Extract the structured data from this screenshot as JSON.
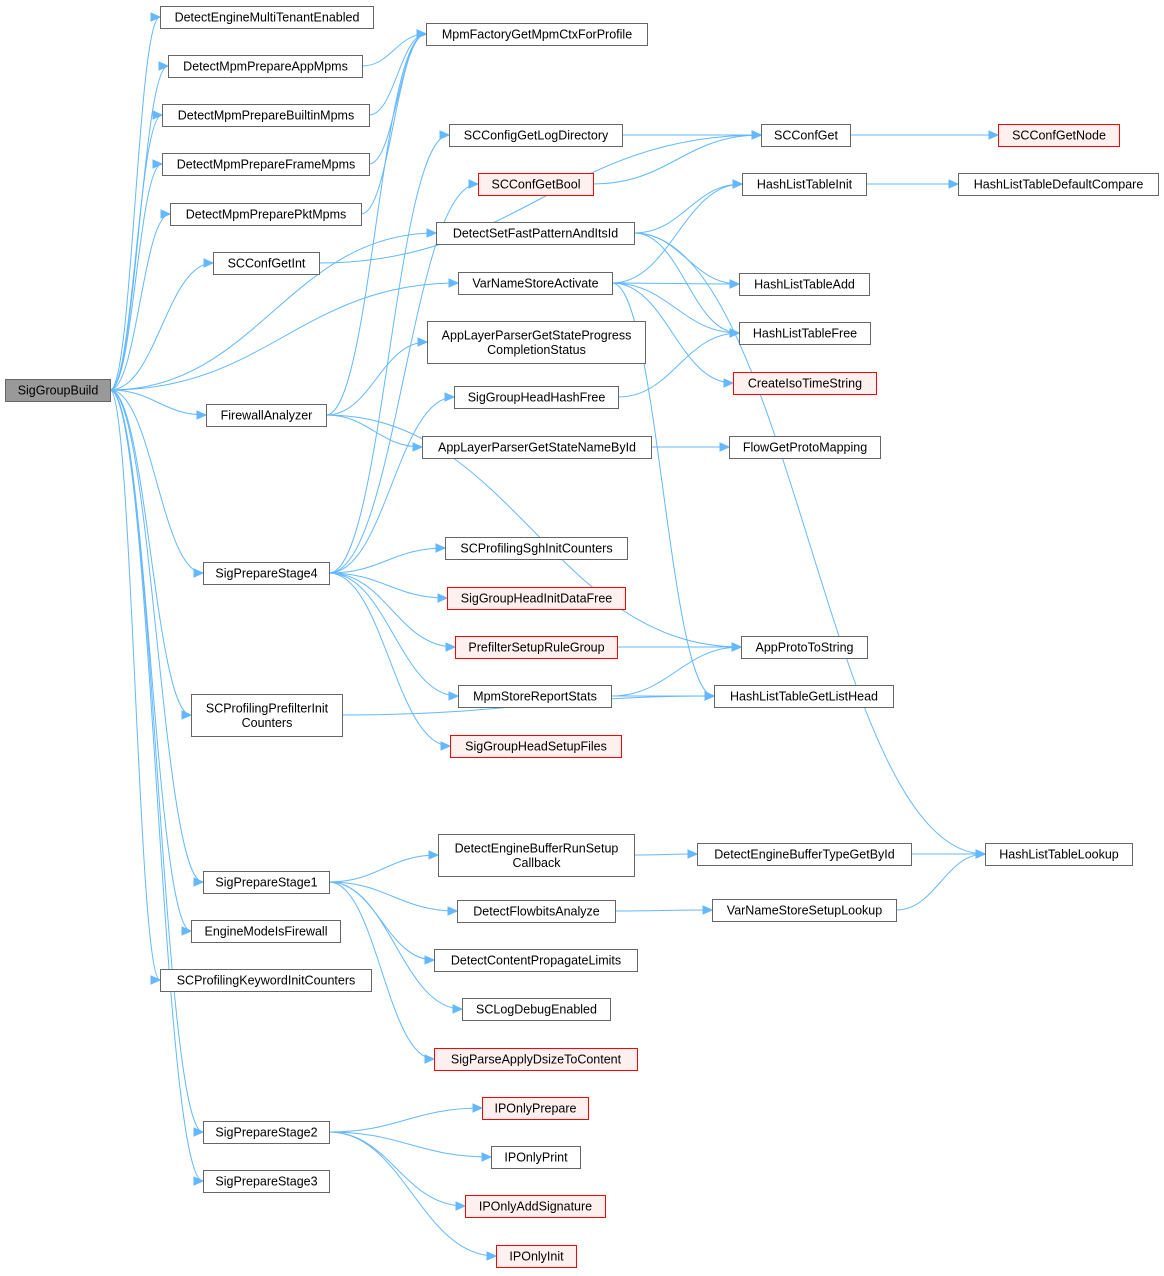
{
  "colors": {
    "edge": "#63b8ff",
    "node_fill": "#ffffff",
    "node_border": "#666666",
    "root_fill": "#999999",
    "root_border": "#666666",
    "truncated_fill": "#fff0f0",
    "truncated_border": "#ff0000"
  },
  "diagram": {
    "nodes": [
      {
        "id": "sgb",
        "lines": [
          "SigGroupBuild"
        ],
        "kind": "root"
      },
      {
        "id": "demte",
        "lines": [
          "DetectEngineMultiTenantEnabled"
        ],
        "kind": "normal"
      },
      {
        "id": "mfg",
        "lines": [
          "MpmFactoryGetMpmCtxForProfile"
        ],
        "kind": "normal"
      },
      {
        "id": "dmpa",
        "lines": [
          "DetectMpmPrepareAppMpms"
        ],
        "kind": "normal"
      },
      {
        "id": "dmpb",
        "lines": [
          "DetectMpmPrepareBuiltinMpms"
        ],
        "kind": "normal"
      },
      {
        "id": "dmpf",
        "lines": [
          "DetectMpmPrepareFrameMpms"
        ],
        "kind": "normal"
      },
      {
        "id": "dmpp",
        "lines": [
          "DetectMpmPreparePktMpms"
        ],
        "kind": "normal"
      },
      {
        "id": "scgi",
        "lines": [
          "SCConfGetInt"
        ],
        "kind": "normal"
      },
      {
        "id": "scgld",
        "lines": [
          "SCConfigGetLogDirectory"
        ],
        "kind": "normal"
      },
      {
        "id": "scg",
        "lines": [
          "SCConfGet"
        ],
        "kind": "normal"
      },
      {
        "id": "scgn",
        "lines": [
          "SCConfGetNode"
        ],
        "kind": "truncated"
      },
      {
        "id": "scgb",
        "lines": [
          "SCConfGetBool"
        ],
        "kind": "truncated"
      },
      {
        "id": "hlti",
        "lines": [
          "HashListTableInit"
        ],
        "kind": "normal"
      },
      {
        "id": "hltdc",
        "lines": [
          "HashListTableDefaultCompare"
        ],
        "kind": "normal"
      },
      {
        "id": "dsfp",
        "lines": [
          "DetectSetFastPatternAndItsId"
        ],
        "kind": "normal"
      },
      {
        "id": "vnsa",
        "lines": [
          "VarNameStoreActivate"
        ],
        "kind": "normal"
      },
      {
        "id": "hlta",
        "lines": [
          "HashListTableAdd"
        ],
        "kind": "normal"
      },
      {
        "id": "hltf",
        "lines": [
          "HashListTableFree"
        ],
        "kind": "normal"
      },
      {
        "id": "alpgsp",
        "lines": [
          "AppLayerParserGetStateProgress",
          "CompletionStatus"
        ],
        "kind": "normal"
      },
      {
        "id": "cits",
        "lines": [
          "CreateIsoTimeString"
        ],
        "kind": "truncated"
      },
      {
        "id": "fwa",
        "lines": [
          "FirewallAnalyzer"
        ],
        "kind": "normal"
      },
      {
        "id": "sghhf",
        "lines": [
          "SigGroupHeadHashFree"
        ],
        "kind": "normal"
      },
      {
        "id": "alpgsn",
        "lines": [
          "AppLayerParserGetStateNameById"
        ],
        "kind": "normal"
      },
      {
        "id": "fgpm",
        "lines": [
          "FlowGetProtoMapping"
        ],
        "kind": "normal"
      },
      {
        "id": "sps4",
        "lines": [
          "SigPrepareStage4"
        ],
        "kind": "normal"
      },
      {
        "id": "scpsic",
        "lines": [
          "SCProfilingSghInitCounters"
        ],
        "kind": "normal"
      },
      {
        "id": "sghidf",
        "lines": [
          "SigGroupHeadInitDataFree"
        ],
        "kind": "truncated"
      },
      {
        "id": "psrg",
        "lines": [
          "PrefilterSetupRuleGroup"
        ],
        "kind": "truncated"
      },
      {
        "id": "apts",
        "lines": [
          "AppProtoToString"
        ],
        "kind": "normal"
      },
      {
        "id": "scppic",
        "lines": [
          "SCProfilingPrefilterInit",
          "Counters"
        ],
        "kind": "normal"
      },
      {
        "id": "msrs",
        "lines": [
          "MpmStoreReportStats"
        ],
        "kind": "normal"
      },
      {
        "id": "hltglh",
        "lines": [
          "HashListTableGetListHead"
        ],
        "kind": "normal"
      },
      {
        "id": "sghsf",
        "lines": [
          "SigGroupHeadSetupFiles"
        ],
        "kind": "truncated"
      },
      {
        "id": "debrs",
        "lines": [
          "DetectEngineBufferRunSetup",
          "Callback"
        ],
        "kind": "normal"
      },
      {
        "id": "debtg",
        "lines": [
          "DetectEngineBufferTypeGetById"
        ],
        "kind": "normal"
      },
      {
        "id": "hltl",
        "lines": [
          "HashListTableLookup"
        ],
        "kind": "normal"
      },
      {
        "id": "sps1",
        "lines": [
          "SigPrepareStage1"
        ],
        "kind": "normal"
      },
      {
        "id": "dfa",
        "lines": [
          "DetectFlowbitsAnalyze"
        ],
        "kind": "normal"
      },
      {
        "id": "vnssl",
        "lines": [
          "VarNameStoreSetupLookup"
        ],
        "kind": "normal"
      },
      {
        "id": "emif",
        "lines": [
          "EngineModeIsFirewall"
        ],
        "kind": "normal"
      },
      {
        "id": "dcpl",
        "lines": [
          "DetectContentPropagateLimits"
        ],
        "kind": "normal"
      },
      {
        "id": "scpkic",
        "lines": [
          "SCProfilingKeywordInitCounters"
        ],
        "kind": "normal"
      },
      {
        "id": "scldbg",
        "lines": [
          "SCLogDebugEnabled"
        ],
        "kind": "normal"
      },
      {
        "id": "spadc",
        "lines": [
          "SigParseApplyDsizeToContent"
        ],
        "kind": "truncated"
      },
      {
        "id": "iopp",
        "lines": [
          "IPOnlyPrepare"
        ],
        "kind": "truncated"
      },
      {
        "id": "sps2",
        "lines": [
          "SigPrepareStage2"
        ],
        "kind": "normal"
      },
      {
        "id": "iopr",
        "lines": [
          "IPOnlyPrint"
        ],
        "kind": "normal"
      },
      {
        "id": "sps3",
        "lines": [
          "SigPrepareStage3"
        ],
        "kind": "normal"
      },
      {
        "id": "ioas",
        "lines": [
          "IPOnlyAddSignature"
        ],
        "kind": "truncated"
      },
      {
        "id": "ioin",
        "lines": [
          "IPOnlyInit"
        ],
        "kind": "truncated"
      }
    ],
    "edges": [
      [
        "sgb",
        "demte"
      ],
      [
        "sgb",
        "dmpa"
      ],
      [
        "sgb",
        "dmpb"
      ],
      [
        "sgb",
        "dmpf"
      ],
      [
        "sgb",
        "dmpp"
      ],
      [
        "sgb",
        "scgi"
      ],
      [
        "sgb",
        "dsfp"
      ],
      [
        "sgb",
        "vnsa"
      ],
      [
        "sgb",
        "fwa"
      ],
      [
        "sgb",
        "sps4"
      ],
      [
        "sgb",
        "scppic"
      ],
      [
        "sgb",
        "sps1"
      ],
      [
        "sgb",
        "emif"
      ],
      [
        "sgb",
        "scpkic"
      ],
      [
        "sgb",
        "sps2"
      ],
      [
        "sgb",
        "sps3"
      ],
      [
        "dmpa",
        "mfg"
      ],
      [
        "dmpb",
        "mfg"
      ],
      [
        "dmpf",
        "mfg"
      ],
      [
        "dmpp",
        "mfg"
      ],
      [
        "scgi",
        "scg"
      ],
      [
        "scgld",
        "scg"
      ],
      [
        "scg",
        "scgn"
      ],
      [
        "scgb",
        "scg"
      ],
      [
        "hlti",
        "hltdc"
      ],
      [
        "dsfp",
        "hlti"
      ],
      [
        "dsfp",
        "hlta"
      ],
      [
        "dsfp",
        "hltf"
      ],
      [
        "dsfp",
        "hltl"
      ],
      [
        "vnsa",
        "hlti"
      ],
      [
        "vnsa",
        "hlta"
      ],
      [
        "vnsa",
        "hltf"
      ],
      [
        "vnsa",
        "cits"
      ],
      [
        "vnsa",
        "hltglh"
      ],
      [
        "fwa",
        "mfg"
      ],
      [
        "fwa",
        "alpgsp"
      ],
      [
        "fwa",
        "alpgsn"
      ],
      [
        "fwa",
        "apts"
      ],
      [
        "sghhf",
        "hltf"
      ],
      [
        "alpgsn",
        "fgpm"
      ],
      [
        "sps4",
        "scgld"
      ],
      [
        "sps4",
        "scgb"
      ],
      [
        "sps4",
        "sghhf"
      ],
      [
        "sps4",
        "scpsic"
      ],
      [
        "sps4",
        "sghidf"
      ],
      [
        "sps4",
        "psrg"
      ],
      [
        "sps4",
        "msrs"
      ],
      [
        "sps4",
        "sghsf"
      ],
      [
        "psrg",
        "apts"
      ],
      [
        "msrs",
        "apts"
      ],
      [
        "msrs",
        "hltglh"
      ],
      [
        "scppic",
        "hltglh"
      ],
      [
        "debrs",
        "debtg"
      ],
      [
        "debtg",
        "hltl"
      ],
      [
        "sps1",
        "debrs"
      ],
      [
        "sps1",
        "dfa"
      ],
      [
        "sps1",
        "dcpl"
      ],
      [
        "sps1",
        "scldbg"
      ],
      [
        "sps1",
        "spadc"
      ],
      [
        "dfa",
        "vnssl"
      ],
      [
        "vnssl",
        "hltl"
      ],
      [
        "sps2",
        "iopp"
      ],
      [
        "sps2",
        "iopr"
      ],
      [
        "sps2",
        "ioas"
      ],
      [
        "sps2",
        "ioin"
      ]
    ]
  }
}
